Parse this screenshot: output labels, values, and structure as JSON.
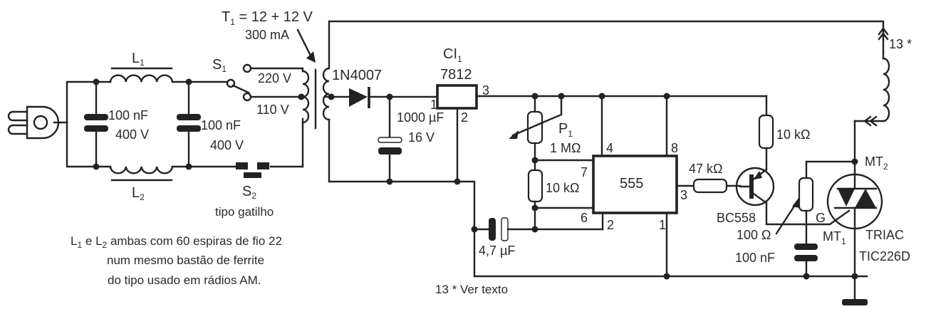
{
  "diagram": {
    "transformer": {
      "label": "T",
      "sub": "1",
      "rating": "= 12 + 12 V",
      "current": "300 mA"
    },
    "inductor_L1": {
      "label": "L",
      "sub": "1"
    },
    "inductor_L2": {
      "label": "L",
      "sub": "2"
    },
    "cap_filter_1": {
      "value": "100 nF",
      "voltage": "400 V"
    },
    "cap_filter_2": {
      "value": "100 nF",
      "voltage": "400 V"
    },
    "switch_S1": {
      "label": "S",
      "sub": "1",
      "tap_high": "220 V",
      "tap_low": "110 V"
    },
    "switch_S2": {
      "label": "S",
      "sub": "2",
      "type": "tipo gatilho"
    },
    "coil_note": {
      "l1": "L",
      "l1_sub": "1",
      "and": " e ",
      "l2": "L",
      "l2_sub": "2",
      "line1_rest": " ambas com 60 espiras de fio 22",
      "line2": "num mesmo bastão de ferrite",
      "line3": "do tipo usado em rádios AM."
    },
    "diode": {
      "label": "1N4007"
    },
    "cap_electrolytic": {
      "value": "1000 µF",
      "voltage": "16 V"
    },
    "regulator": {
      "label": "CI",
      "sub": "1",
      "part": "7812",
      "pin_in": "1",
      "pin_gnd": "2",
      "pin_out": "3"
    },
    "pot_P1": {
      "label": "P",
      "sub": "1",
      "value": "1 MΩ"
    },
    "resistor_timing": {
      "value": "10 kΩ"
    },
    "cap_timing": {
      "value": "4,7 µF"
    },
    "timer_ic": {
      "part": "555",
      "pins": {
        "p1": "1",
        "p2": "2",
        "p3": "3",
        "p4": "4",
        "p6": "6",
        "p7": "7",
        "p8": "8"
      }
    },
    "resistor_base": {
      "value": "47 kΩ"
    },
    "resistor_collector": {
      "value": "10 kΩ"
    },
    "transistor": {
      "part": "BC558"
    },
    "trimmer_gate": {
      "value": "100 Ω"
    },
    "cap_gate": {
      "value": "100 nF"
    },
    "triac": {
      "type": "TRIAC",
      "part": "TIC226D",
      "mt2": "MT",
      "mt2_sub": "2",
      "mt1": "MT",
      "mt1_sub": "1",
      "gate": "G"
    },
    "output_coil": {
      "turns": "13 *"
    },
    "footnote": "13 * Ver texto"
  }
}
